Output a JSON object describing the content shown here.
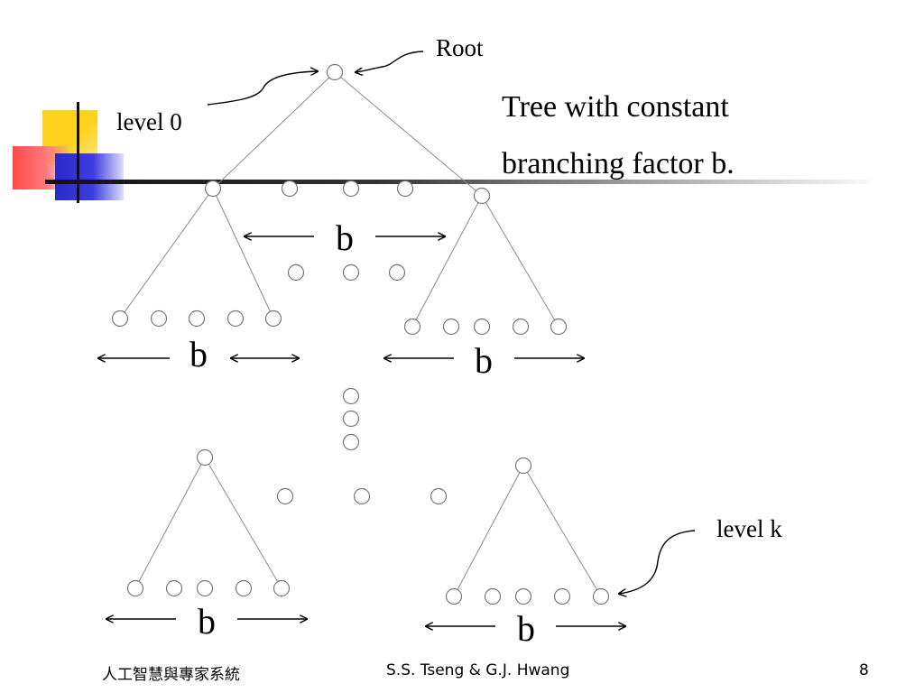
{
  "slide": {
    "title_line1": "Tree with constant",
    "title_line2": "branching factor b."
  },
  "labels": {
    "root": "Root",
    "level0": "level 0",
    "levelk": "level k",
    "b": "b"
  },
  "footer": {
    "left": "人工智慧與專家系統",
    "center": "S.S. Tseng & G.J. Hwang",
    "page_number": "8"
  },
  "colors": {
    "accent_yellow": "#ffd21e",
    "accent_red": "#ff4a4a",
    "accent_blue": "#2a2ac8"
  }
}
